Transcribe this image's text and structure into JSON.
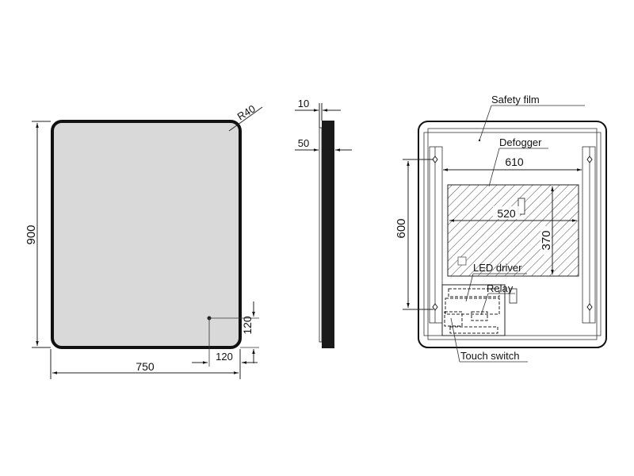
{
  "front_view": {
    "width_label": "750",
    "height_label": "900",
    "corner_radius_label": "R40",
    "sensor_offset_x_label": "120",
    "sensor_offset_y_label": "120",
    "glass_color": "#d9d9d9",
    "frame_color": "#111111"
  },
  "side_view": {
    "glass_thickness_label": "10",
    "total_depth_label": "50",
    "body_color": "#1a1a1a"
  },
  "back_view": {
    "labels": {
      "safety_film": "Safety film",
      "defogger": "Defogger",
      "led_driver": "LED driver",
      "relay": "Relay",
      "touch_switch": "Touch switch"
    },
    "dimensions": {
      "bracket_span": "610",
      "defogger_width": "520",
      "defogger_height": "370",
      "bracket_vertical": "600"
    }
  }
}
